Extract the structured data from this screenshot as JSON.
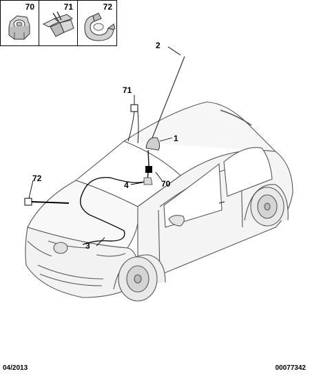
{
  "parts_legend": [
    {
      "number": "70",
      "icon": "hex-nut-icon"
    },
    {
      "number": "71",
      "icon": "cable-clip-icon"
    },
    {
      "number": "72",
      "icon": "mounting-clamp-icon"
    }
  ],
  "callouts": {
    "c1": "1",
    "c2": "2",
    "c3": "3",
    "c4": "4",
    "c70": "70",
    "c71": "71",
    "c72": "72"
  },
  "footer": {
    "date": "04/2013",
    "reference": "00077342"
  }
}
